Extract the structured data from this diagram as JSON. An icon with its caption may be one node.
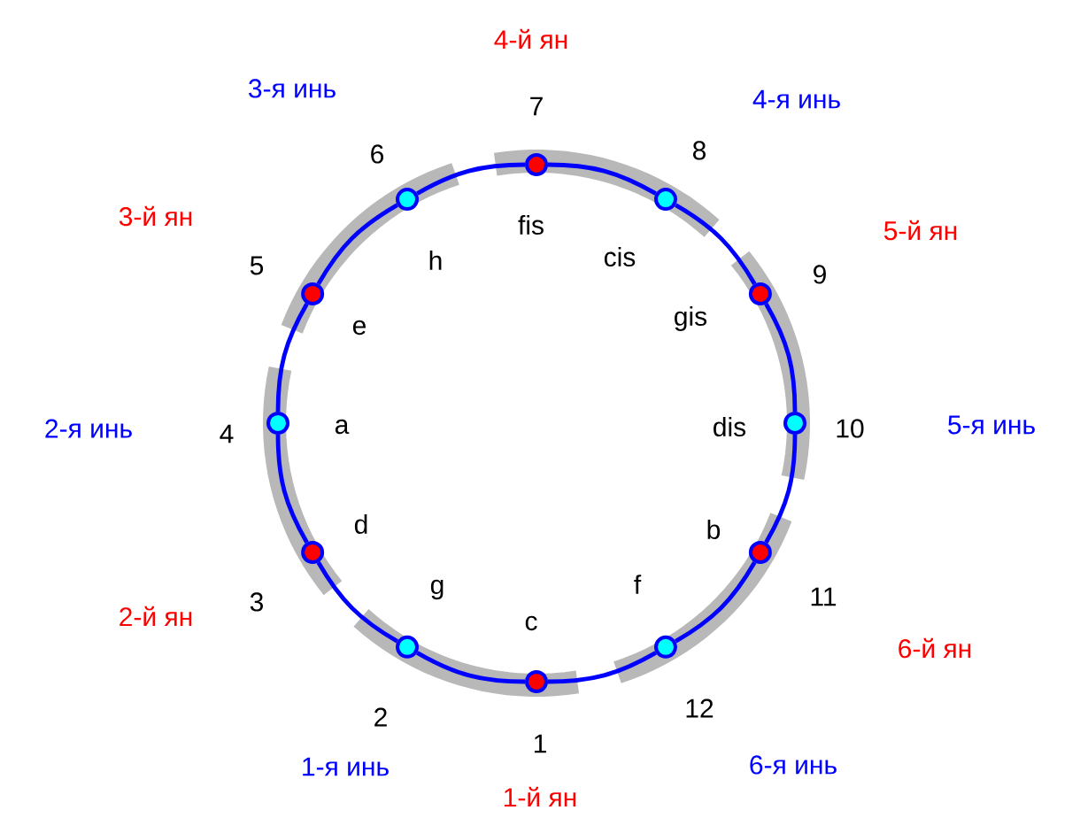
{
  "diagram": {
    "nodes": [
      {
        "text": [],
        "shape": "circle",
        "beside": [
          "1",
          "c",
          "1-й ян"
        ]
      },
      {
        "text": [],
        "shape": "circle",
        "beside": [
          "2",
          "g",
          "1-я инь"
        ]
      },
      {
        "text": [],
        "shape": "circle",
        "beside": [
          "3",
          "d",
          "2-й ян"
        ]
      },
      {
        "text": [],
        "shape": "circle",
        "beside": [
          "4",
          "a",
          "2-я инь"
        ]
      },
      {
        "text": [],
        "shape": "circle",
        "beside": [
          "5",
          "e",
          "3-й ян"
        ]
      },
      {
        "text": [],
        "shape": "circle",
        "beside": [
          "6",
          "h",
          "3-я инь"
        ]
      },
      {
        "text": [],
        "shape": "circle",
        "beside": [
          "7",
          "fis",
          "4-й ян"
        ]
      },
      {
        "text": [],
        "shape": "circle",
        "beside": [
          "8",
          "cis",
          "4-я инь"
        ]
      },
      {
        "text": [],
        "shape": "circle",
        "beside": [
          "9",
          "gis",
          "5-й ян"
        ]
      },
      {
        "text": [],
        "shape": "circle",
        "beside": [
          "10",
          "dis",
          "5-я инь"
        ]
      },
      {
        "text": [],
        "shape": "circle",
        "beside": [
          "11",
          "b",
          "6-й ян"
        ]
      },
      {
        "text": [],
        "shape": "circle",
        "beside": [
          "12",
          "f",
          "6-я инь"
        ]
      }
    ],
    "edges": [
      {
        "from": 0,
        "to": 1,
        "arrow": "none"
      },
      {
        "from": 1,
        "to": 2,
        "arrow": "none"
      },
      {
        "from": 2,
        "to": 3,
        "arrow": "none"
      },
      {
        "from": 3,
        "to": 4,
        "arrow": "none"
      },
      {
        "from": 4,
        "to": 5,
        "arrow": "none"
      },
      {
        "from": 5,
        "to": 6,
        "arrow": "none"
      },
      {
        "from": 6,
        "to": 7,
        "arrow": "none"
      },
      {
        "from": 7,
        "to": 8,
        "arrow": "none"
      },
      {
        "from": 8,
        "to": 9,
        "arrow": "none"
      },
      {
        "from": 9,
        "to": 10,
        "arrow": "none"
      },
      {
        "from": 10,
        "to": 11,
        "arrow": "none"
      },
      {
        "from": 11,
        "to": 0,
        "arrow": "none"
      }
    ]
  }
}
